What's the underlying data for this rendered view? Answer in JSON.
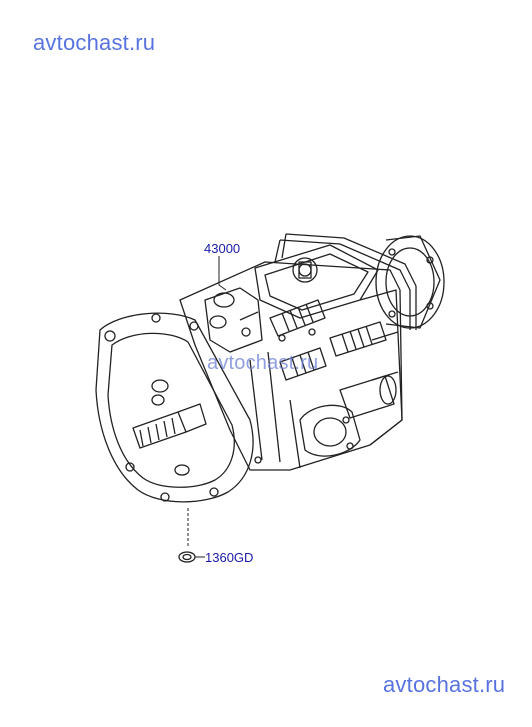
{
  "watermarks": {
    "top": "avtochast.ru",
    "middle": "avtochast.ru",
    "bottom": "avtochast.ru"
  },
  "callouts": {
    "transmission_assembly": "43000",
    "gasket": "1360GD"
  },
  "colors": {
    "watermark": "#3b5bdb",
    "callout_text": "#1a1aa8",
    "line_art": "#222222"
  }
}
